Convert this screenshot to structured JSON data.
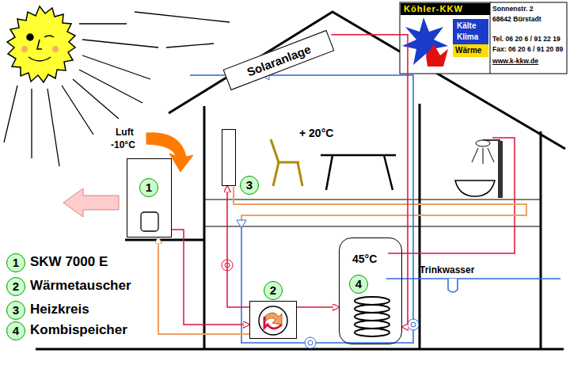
{
  "diagram": {
    "nodes": [
      {
        "text": [
          "Solaranlage"
        ]
      },
      {
        "text": [
          "1"
        ]
      },
      {
        "text": [
          "2"
        ]
      },
      {
        "text": [
          "3"
        ]
      },
      {
        "text": [
          "45°C",
          "4"
        ]
      }
    ],
    "edges": [
      {
        "from": 0,
        "to": 4,
        "arrow": "to"
      },
      {
        "from": 1,
        "to": 2,
        "arrow": "to"
      },
      {
        "from": 2,
        "to": 1,
        "arrow": "to"
      },
      {
        "from": 2,
        "to": 4,
        "arrow": "to"
      },
      {
        "from": 2,
        "to": 3,
        "arrow": "to"
      }
    ],
    "labels": [
      "Luft",
      "-10°C",
      "+ 20°C",
      "Trinkwasser",
      "Köhler-KKW",
      "Kälte",
      "Klima",
      "Wärme",
      "Sonnenstr. 2",
      "68642 Bürstadt",
      "Tel. 06 20 6 / 91 22 19",
      "Fax: 06 20 6 / 91 20 89",
      "www.k-kkw.de",
      "1",
      "2",
      "3",
      "4"
    ],
    "legend": [
      {
        "text": "SKW 7000 E"
      },
      {
        "text": "Wärmetauscher"
      },
      {
        "text": "Heizkreis"
      },
      {
        "text": "Kombispeicher"
      }
    ]
  }
}
